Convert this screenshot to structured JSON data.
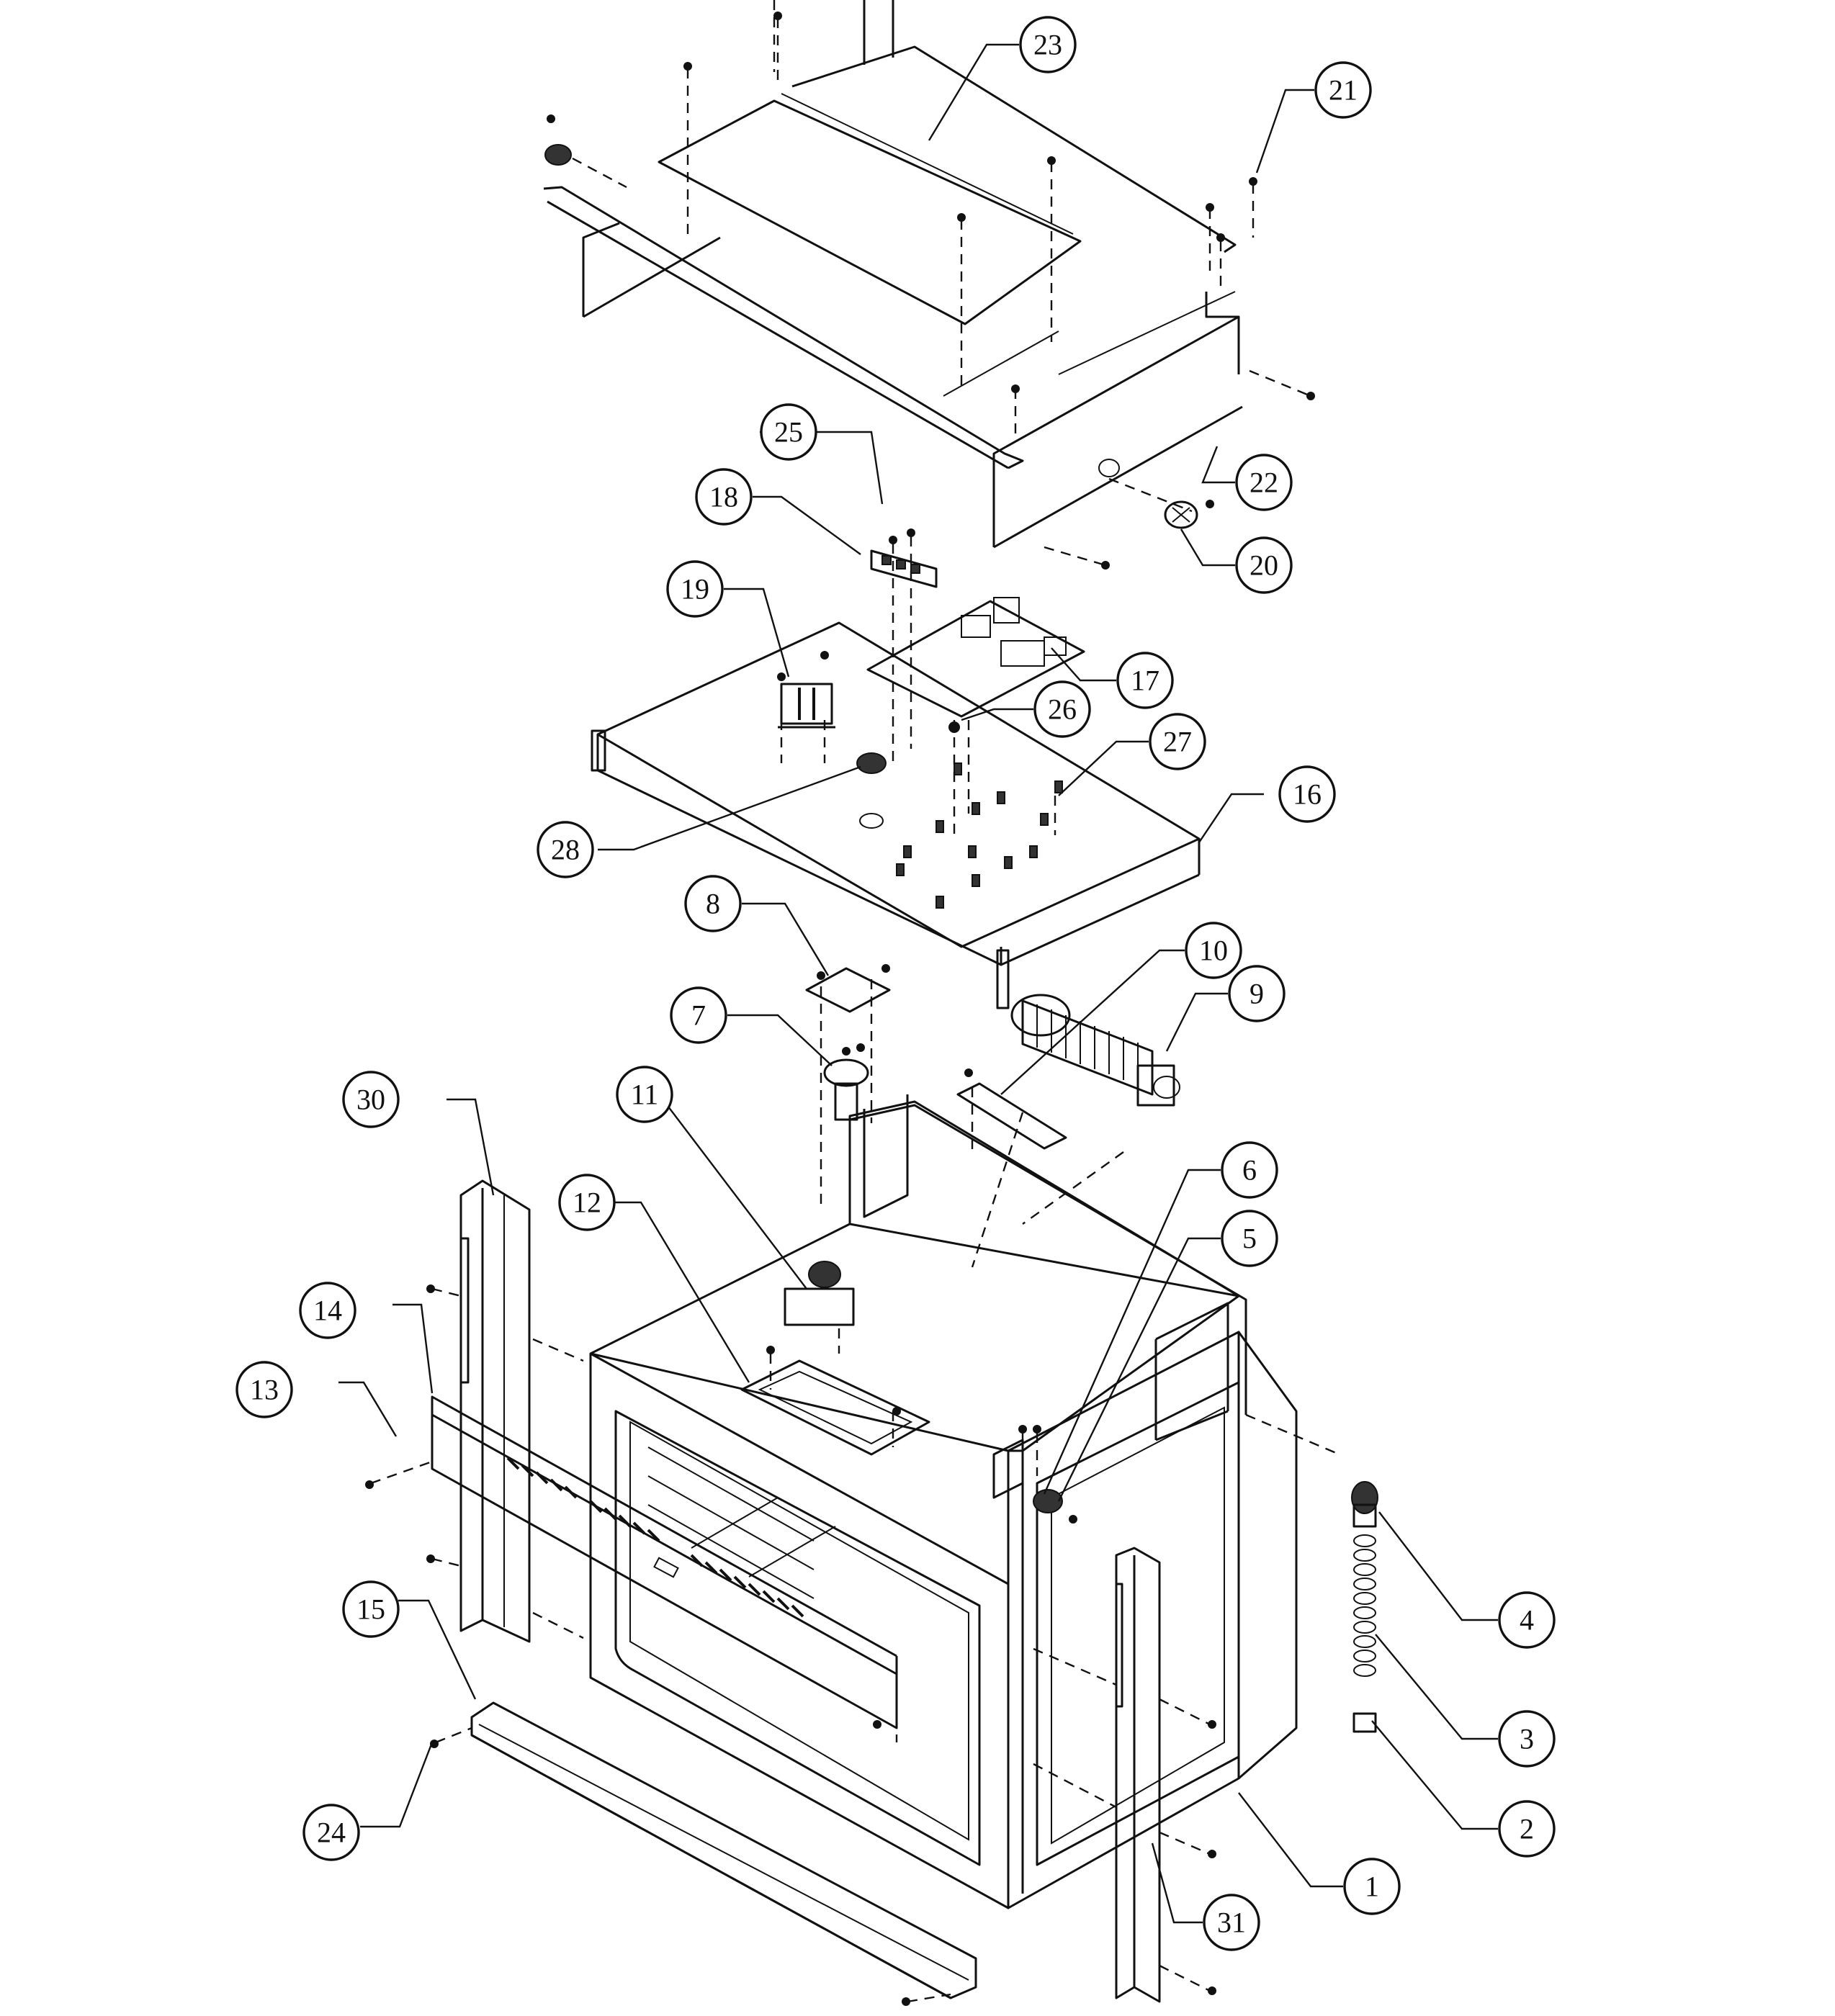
{
  "callouts": [
    {
      "label": "1"
    },
    {
      "label": "2"
    },
    {
      "label": "3"
    },
    {
      "label": "4"
    },
    {
      "label": "5"
    },
    {
      "label": "6"
    },
    {
      "label": "7"
    },
    {
      "label": "8"
    },
    {
      "label": "9"
    },
    {
      "label": "10"
    },
    {
      "label": "11"
    },
    {
      "label": "12"
    },
    {
      "label": "13"
    },
    {
      "label": "14"
    },
    {
      "label": "15"
    },
    {
      "label": "16"
    },
    {
      "label": "17"
    },
    {
      "label": "18"
    },
    {
      "label": "19"
    },
    {
      "label": "20"
    },
    {
      "label": "21"
    },
    {
      "label": "22"
    },
    {
      "label": "23"
    },
    {
      "label": "24"
    },
    {
      "label": "25"
    },
    {
      "label": "26"
    },
    {
      "label": "27"
    },
    {
      "label": "28"
    },
    {
      "label": "30"
    },
    {
      "label": "31"
    }
  ]
}
